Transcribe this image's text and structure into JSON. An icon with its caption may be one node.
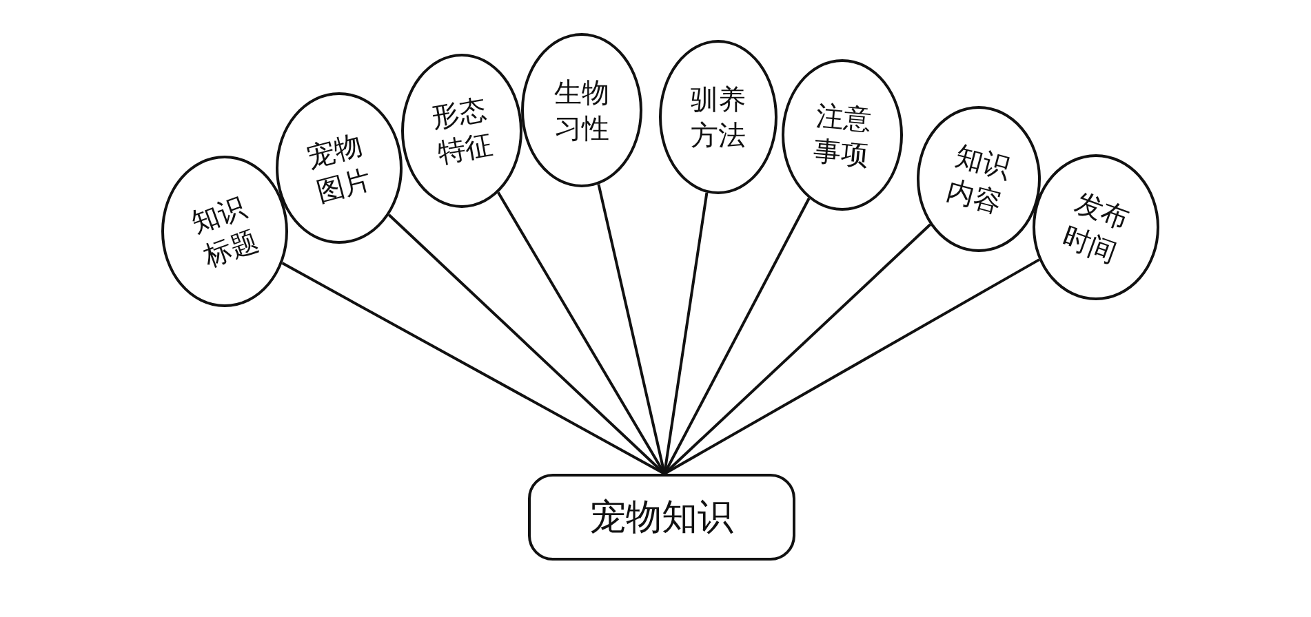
{
  "diagram": {
    "nodes": [
      {
        "text": [
          "宠物知识"
        ]
      },
      {
        "text": [
          "知识标题"
        ]
      },
      {
        "text": [
          "宠物图片"
        ]
      },
      {
        "text": [
          "形态特征"
        ]
      },
      {
        "text": [
          "生物习性"
        ]
      },
      {
        "text": [
          "驯养方法"
        ]
      },
      {
        "text": [
          "注意事项"
        ]
      },
      {
        "text": [
          "知识内容"
        ]
      },
      {
        "text": [
          "发布时间"
        ]
      }
    ],
    "edges": [
      {
        "from": 0,
        "to": 1,
        "arrow": "none"
      },
      {
        "from": 0,
        "to": 2,
        "arrow": "none"
      },
      {
        "from": 0,
        "to": 3,
        "arrow": "none"
      },
      {
        "from": 0,
        "to": 4,
        "arrow": "none"
      },
      {
        "from": 0,
        "to": 5,
        "arrow": "none"
      },
      {
        "from": 0,
        "to": 6,
        "arrow": "none"
      },
      {
        "from": 0,
        "to": 7,
        "arrow": "none"
      },
      {
        "from": 0,
        "to": 8,
        "arrow": "none"
      }
    ]
  }
}
